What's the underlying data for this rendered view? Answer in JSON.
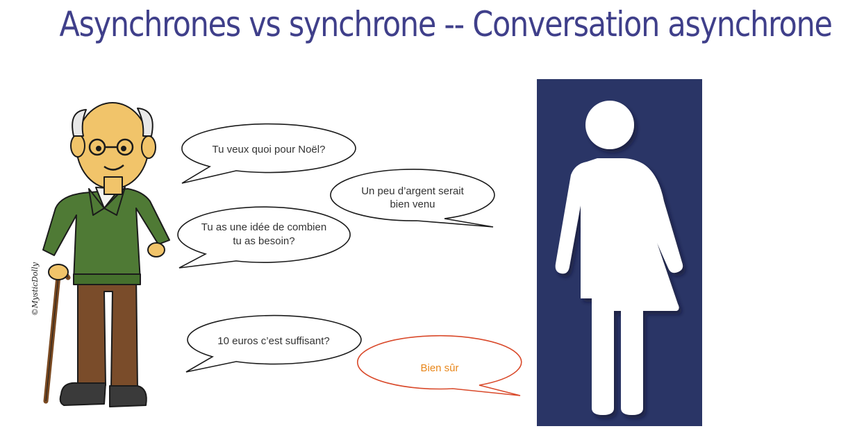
{
  "title": "Asynchrones vs synchrone -- Conversation asynchrone",
  "bubbles": {
    "b1": [
      "Tu veux quoi pour Noël?"
    ],
    "b2": [
      "Un peu d’argent serait",
      "bien venu"
    ],
    "b3": [
      "Tu as une idée de combien",
      "tu as besoin?"
    ],
    "b4": [
      "10 euros c’est suffisant?"
    ],
    "b5": [
      "Bien sûr"
    ]
  },
  "signature": "©MysticDolly",
  "colors": {
    "title": "#3f3f8a",
    "panel": "#2a3566",
    "reply_bubble_border": "#d9492a",
    "reply_text": "#e8861a"
  },
  "icons": {
    "left_character": "grandfather-illustration",
    "right_panel": "person-restroom-sign-icon"
  }
}
